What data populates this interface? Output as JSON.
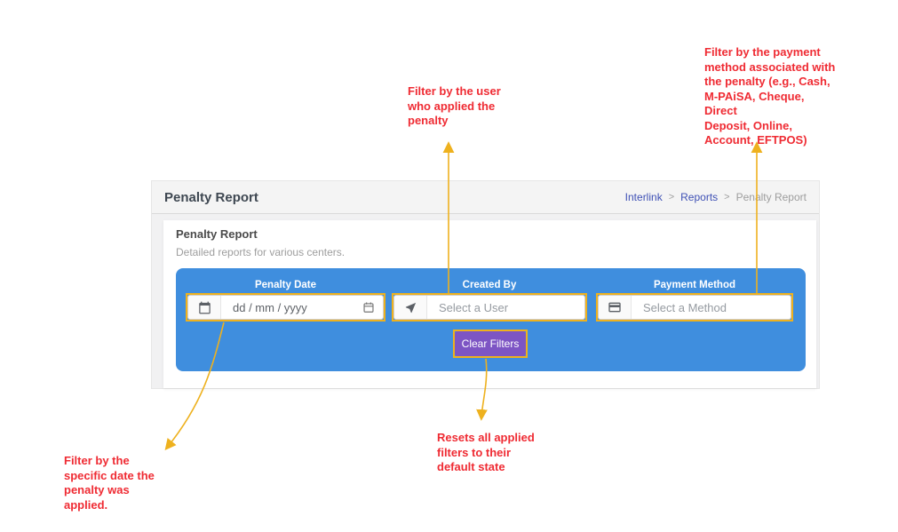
{
  "app": {
    "header": {
      "title": "Penalty Report",
      "breadcrumb": {
        "home": "Interlink",
        "section": "Reports",
        "current": "Penalty Report",
        "separator": ">"
      }
    },
    "card": {
      "title": "Penalty Report",
      "subtitle": "Detailed reports for various centers.",
      "filters": [
        {
          "label": "Penalty Date",
          "value": "dd / mm / yyyy",
          "icon": "calendar-icon"
        },
        {
          "label": "Created By",
          "placeholder": "Select a User",
          "icon": "navigation-icon"
        },
        {
          "label": "Payment Method",
          "placeholder": "Select a Method",
          "icon": "credit-card-icon"
        }
      ],
      "clear_button_label": "Clear Filters"
    }
  },
  "annotations": {
    "payment_method": "Filter by the payment\nmethod associated with\nthe penalty (e.g., Cash,\nM-PAiSA, Cheque, Direct\nDeposit, Online,\nAccount, EFTPOS)",
    "created_by": "Filter by the user\nwho applied the\npenalty",
    "penalty_date": "Filter by the\nspecific date the\npenalty was\napplied.",
    "clear_filters": "Resets all applied\nfilters to their\ndefault state"
  },
  "colors": {
    "filter_bar_blue": "#3f8ede",
    "button_purple": "#7d55c4",
    "annotation_red": "#ef2b33",
    "highlight_gold": "#eeb11e",
    "breadcrumb_link": "#3f51b5"
  }
}
